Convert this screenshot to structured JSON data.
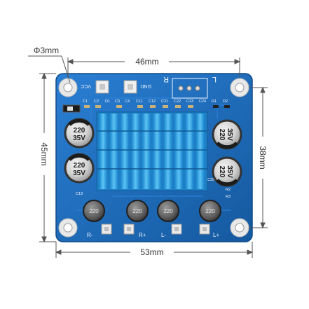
{
  "dimensions": {
    "hole_diameter": "Φ3mm",
    "hole_spacing_width": "46mm",
    "hole_spacing_height": "38mm",
    "board_width": "53mm",
    "board_height": "45mm"
  },
  "silkscreen": {
    "vcc": "VCC",
    "gnd": "GND",
    "r": "R",
    "l": "L",
    "r_minus": "R-",
    "r_plus": "R+",
    "l_minus": "L-",
    "l_plus": "L+",
    "c1": "C1",
    "c2": "C2",
    "d1": "D1",
    "d2": "D2",
    "c3": "C3",
    "c4": "C4",
    "r1": "R1",
    "r2": "R2",
    "c11": "C11",
    "c12": "C12",
    "c21": "C21",
    "c22": "C22",
    "c23": "C23",
    "c24": "C24",
    "c25": "C25",
    "c13": "C13",
    "r3": "R3"
  },
  "capacitors": [
    {
      "value": "220",
      "voltage": "35V"
    },
    {
      "value": "220",
      "voltage": "35V"
    },
    {
      "value": "220",
      "voltage": "35V"
    },
    {
      "value": "220",
      "voltage": "35V"
    }
  ],
  "inductors": [
    {
      "value": "220"
    },
    {
      "value": "220"
    },
    {
      "value": "220"
    },
    {
      "value": "220"
    }
  ],
  "colors": {
    "pcb": "#1d6fc4",
    "heatsink": "#3aa7e6",
    "silkscreen": "#f2f6ff",
    "capacitor": "#2b2b2b"
  }
}
